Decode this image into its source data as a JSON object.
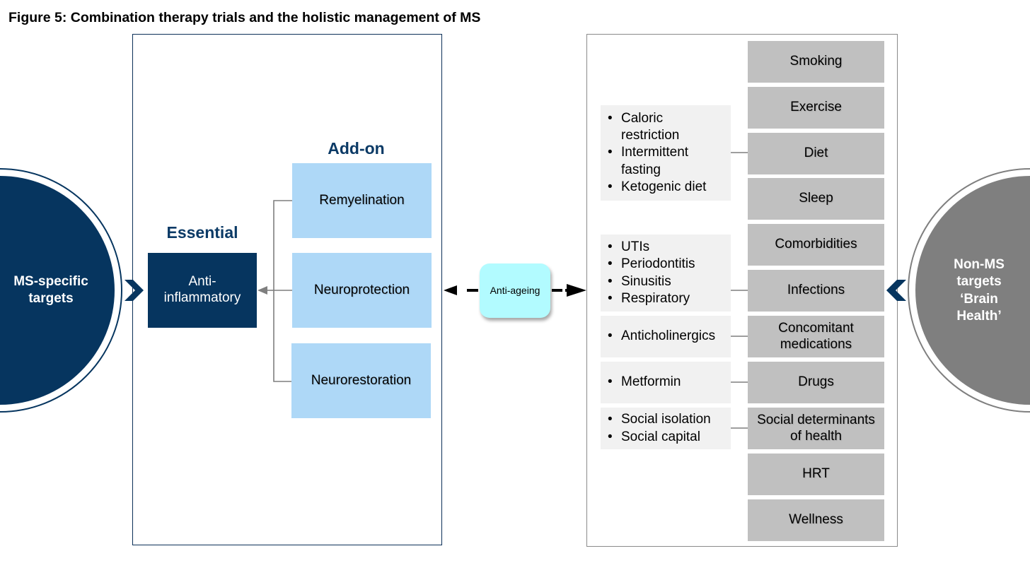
{
  "title": "Figure 5: Combination therapy trials and the holistic management of MS",
  "left_circle": {
    "label_line1": "MS-specific",
    "label_line2": "targets",
    "color": "#06355f"
  },
  "right_circle": {
    "label_line1": "Non-MS",
    "label_line2": "targets",
    "label_line3": "‘Brain",
    "label_line4": "Health’",
    "color": "#7f7f7f"
  },
  "essential": {
    "heading": "Essential",
    "box_line1": "Anti-",
    "box_line2": "inflammatory"
  },
  "addon": {
    "heading": "Add-on",
    "items": [
      "Remyelination",
      "Neuroprotection",
      "Neurorestoration"
    ]
  },
  "anti_ageing": "Anti-ageing",
  "health_targets": [
    {
      "line1": "Smoking",
      "line2": ""
    },
    {
      "line1": "Exercise",
      "line2": ""
    },
    {
      "line1": "Diet",
      "line2": ""
    },
    {
      "line1": "Sleep",
      "line2": ""
    },
    {
      "line1": "Comorbidities",
      "line2": ""
    },
    {
      "line1": "Infections",
      "line2": ""
    },
    {
      "line1": "Concomitant",
      "line2": "medications"
    },
    {
      "line1": "Drugs",
      "line2": ""
    },
    {
      "line1": "Social determinants",
      "line2": "of health"
    },
    {
      "line1": "HRT",
      "line2": ""
    },
    {
      "line1": "Wellness",
      "line2": ""
    }
  ],
  "detail_lists": {
    "diet": [
      "Caloric",
      "restriction",
      "Intermittent",
      "fasting",
      "Ketogenic diet"
    ],
    "infections": [
      "UTIs",
      "Periodontitis",
      "Sinusitis",
      "Respiratory"
    ],
    "medications": [
      "Anticholinergics"
    ],
    "drugs": [
      "Metformin"
    ],
    "social": [
      "Social isolation",
      "Social capital"
    ]
  },
  "colors": {
    "navy": "#06355f",
    "light_blue": "#aed8f7",
    "cyan": "#b2fbff",
    "gray_box": "#c0c0c0",
    "list_bg": "#f1f1f1",
    "gray_circle": "#7f7f7f"
  }
}
